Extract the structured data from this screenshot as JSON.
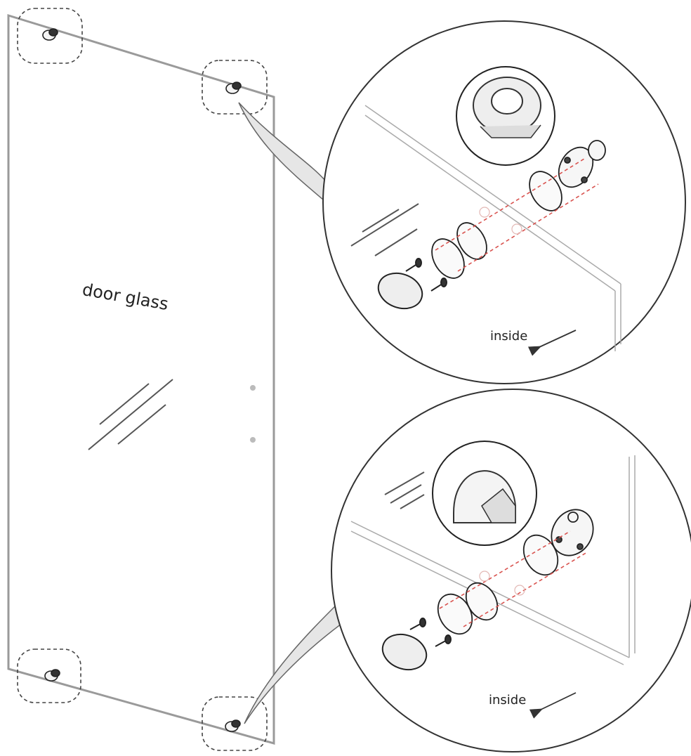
{
  "labels": {
    "door": "door glass",
    "inside_top": "inside",
    "inside_bottom": "inside"
  },
  "colors": {
    "line": "#555555",
    "glass_edge": "#9a9a9a",
    "dash": "#d9534f",
    "fill_light": "#e6e6e6"
  },
  "icons": [
    "magnifier-callout",
    "hinge-clamp",
    "screw",
    "cap-cover",
    "arrow"
  ]
}
